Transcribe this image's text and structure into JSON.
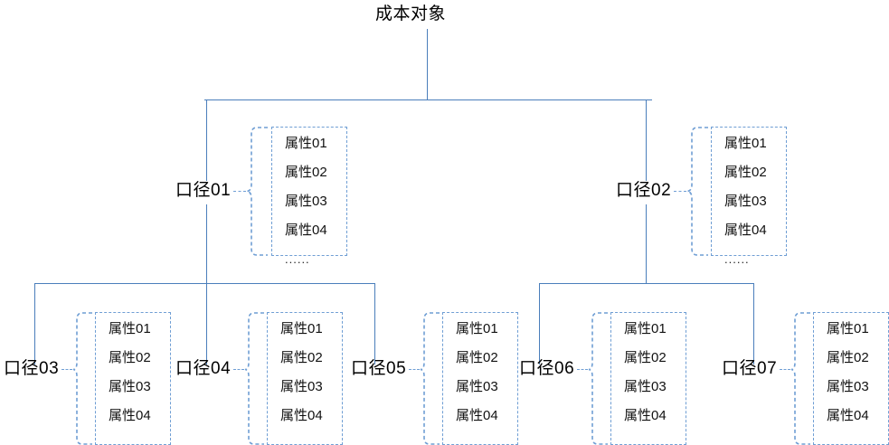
{
  "diagram": {
    "type": "tree",
    "title": "成本对象",
    "root": {
      "label": "成本对象"
    },
    "attribute_list": [
      "属性01",
      "属性02",
      "属性03",
      "属性04",
      "......"
    ],
    "level1": [
      {
        "label": "口径01"
      },
      {
        "label": "口径02"
      }
    ],
    "level2": [
      {
        "label": "口径03"
      },
      {
        "label": "口径04"
      },
      {
        "label": "口径05"
      },
      {
        "label": "口径06"
      },
      {
        "label": "口径07"
      }
    ],
    "colors": {
      "line": "#4a7ebb",
      "dashed_border": "#6f9ed4",
      "text": "#000000",
      "background": "#ffffff"
    }
  }
}
